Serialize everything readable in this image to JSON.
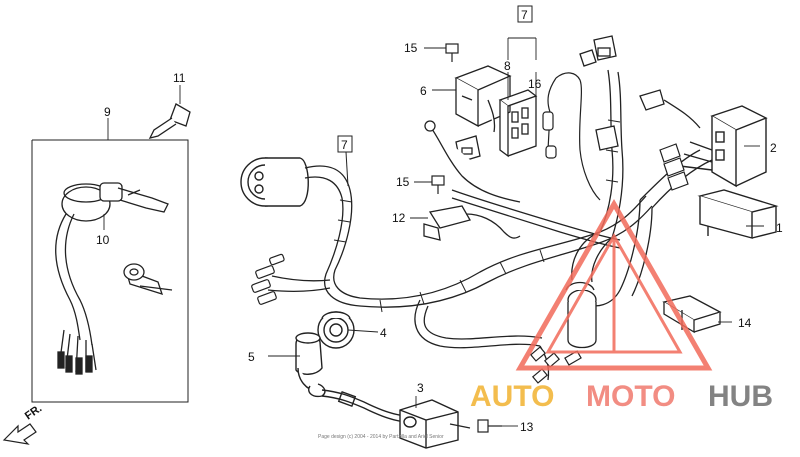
{
  "diagram": {
    "part_labels": {
      "p1": "1",
      "p2": "2",
      "p3": "3",
      "p4": "4",
      "p5": "5",
      "p6": "6",
      "p7a": "7",
      "p7b": "7",
      "p8": "8",
      "p9": "9",
      "p10": "10",
      "p11": "11",
      "p12": "12",
      "p13": "13",
      "p14": "14",
      "p15a": "15",
      "p15b": "15",
      "p16": "16"
    },
    "direction_label": "FR.",
    "copyright": "Page design (c) 2004 - 2014 by Partzilla and Ariel Senior"
  },
  "watermark": {
    "word_auto": "AUTO",
    "word_moto": "MOTO",
    "word_hub": "HUB",
    "colors": {
      "auto": "#f2b230",
      "moto": "#f07a6e",
      "hub": "#6e6e6e",
      "triangle": "#f26a5a"
    }
  }
}
